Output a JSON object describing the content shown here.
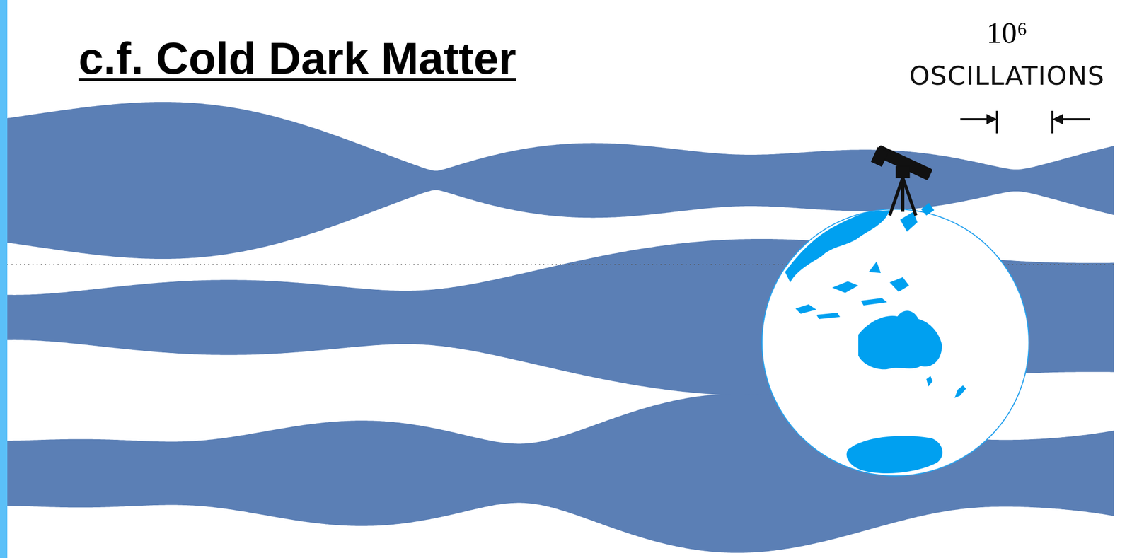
{
  "diagram": {
    "title": "c.f. Cold Dark Matter",
    "labels": [
      "10⁶",
      "OSCILLATIONS"
    ]
  }
}
